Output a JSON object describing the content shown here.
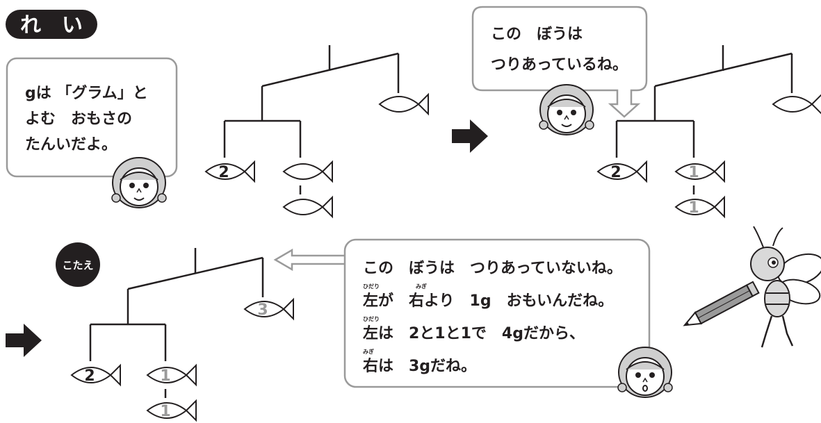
{
  "badges": {
    "example": "れ　い",
    "answer": "こたえ"
  },
  "bubble_gram": {
    "lines": [
      "gは 「グラム」と",
      "よむ　おもさの",
      "たんいだよ。"
    ]
  },
  "bubble_balanced": {
    "lines": [
      "この　ぼうは",
      "つりあっているね。"
    ]
  },
  "bubble_explain": {
    "lines": [
      "この　ぼうは　つりあっていないね。",
      "左が　右より　1g　おもいんだね。",
      "左は　2と1と1で　4gだから、",
      "右は　3gだね。"
    ],
    "ruby": [
      "ひだり",
      "みぎ",
      "ひだり",
      "みぎ"
    ]
  },
  "mobile_left": {
    "fish_left": "2",
    "fish_mid": "",
    "fish_low": "",
    "fish_right": ""
  },
  "mobile_right": {
    "fish_left": "2",
    "fish_mid": "1",
    "fish_low": "1",
    "fish_right": ""
  },
  "mobile_answer": {
    "fish_left": "2",
    "fish_mid": "1",
    "fish_low": "1",
    "fish_right": "3"
  },
  "colors": {
    "ink": "#231f20",
    "fish_fill": "#ffffff",
    "grey_number": "#9a9a9a",
    "bubble_border": "#9a9a9a"
  }
}
